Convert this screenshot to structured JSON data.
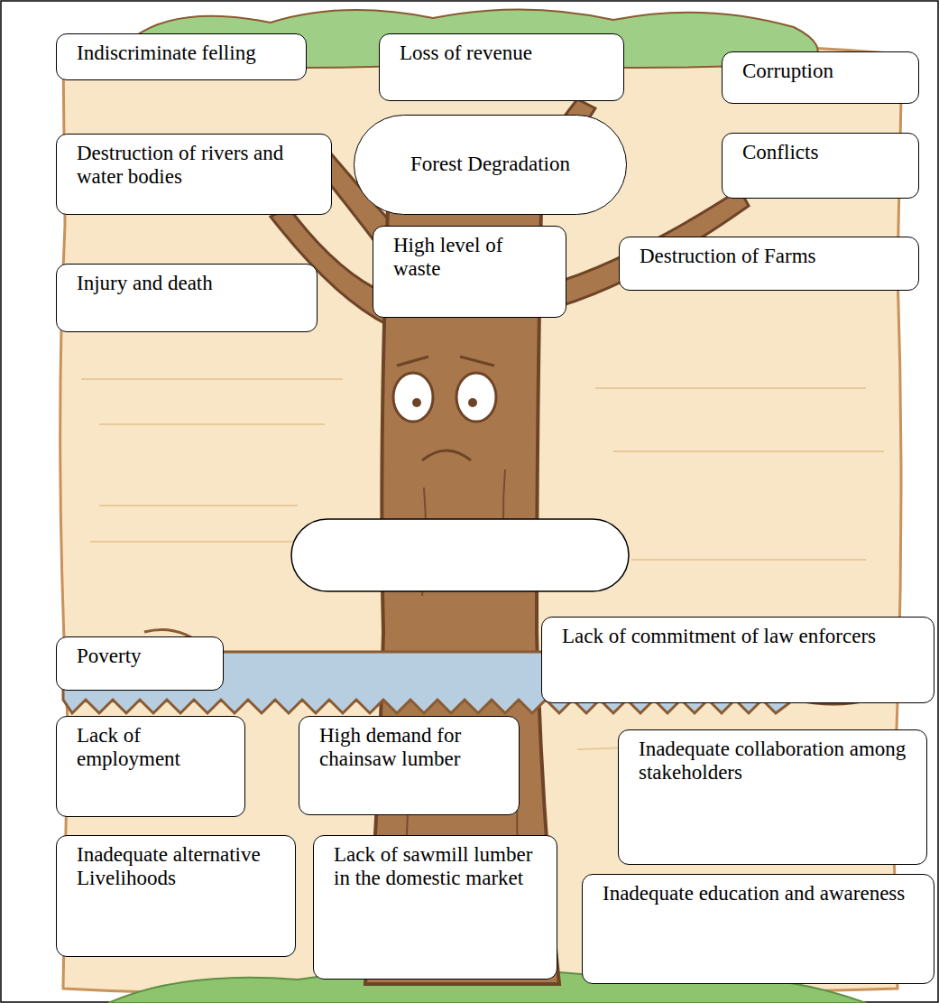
{
  "diagram": {
    "nodes": [
      {
        "text": [
          "Indiscriminate felling"
        ]
      },
      {
        "text": [
          "Loss of revenue"
        ]
      },
      {
        "text": [
          "Corruption"
        ]
      },
      {
        "text": [
          "Destruction of rivers and water bodies"
        ]
      },
      {
        "text": [
          "Forest Degradation"
        ]
      },
      {
        "text": [
          "Conflicts"
        ]
      },
      {
        "text": [
          "High level of waste"
        ]
      },
      {
        "text": [
          "Destruction of Farms"
        ]
      },
      {
        "text": [
          "Injury and death"
        ]
      },
      {
        "text": [
          "Poverty"
        ]
      },
      {
        "text": [
          "Lack of commitment of law enforcers"
        ]
      },
      {
        "text": [
          "Lack of employment"
        ]
      },
      {
        "text": [
          "High demand for chainsaw lumber"
        ]
      },
      {
        "text": [
          "Inadequate collaboration among stakeholders"
        ]
      },
      {
        "text": [
          "Inadequate alternative Livelihoods"
        ]
      },
      {
        "text": [
          "Lack of sawmill lumber in the domestic market"
        ]
      },
      {
        "text": [
          "Inadequate education and awareness"
        ]
      }
    ]
  }
}
